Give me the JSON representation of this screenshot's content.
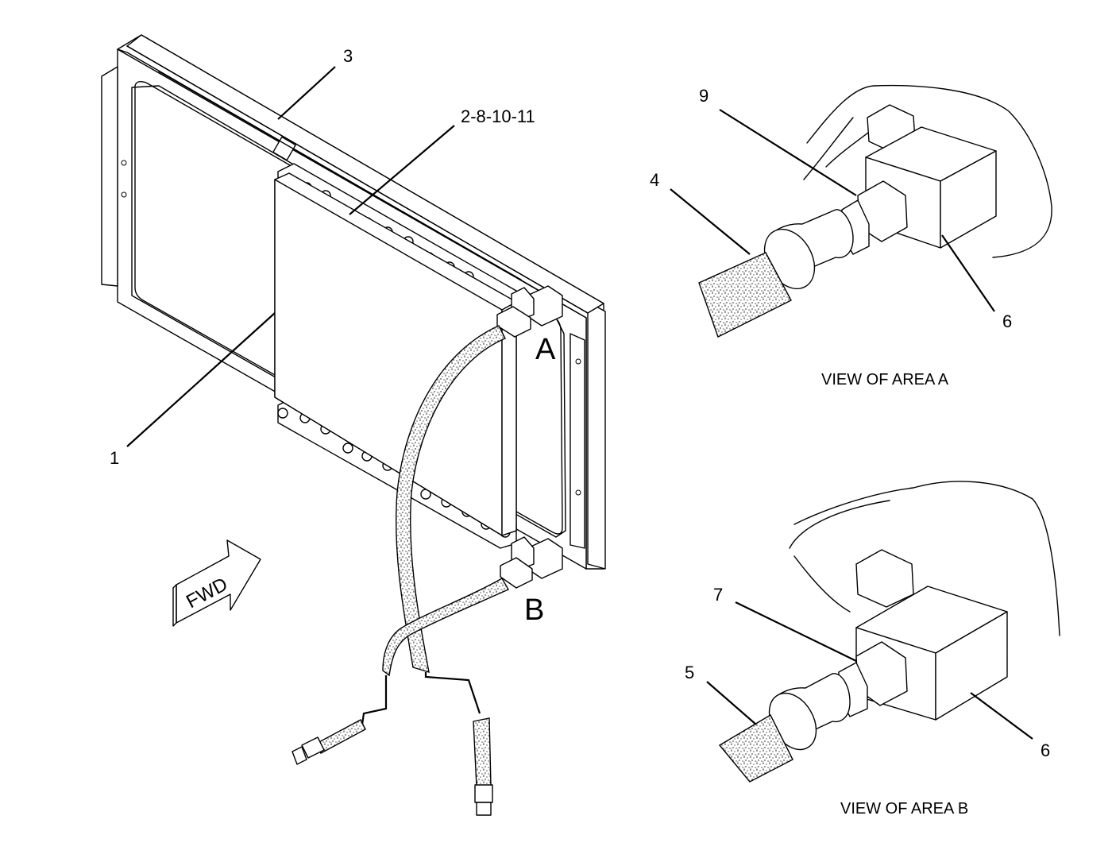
{
  "callouts": {
    "item_1": "1",
    "item_3": "3",
    "items_2_8_10_11": "2-8-10-11",
    "item_4": "4",
    "item_9": "9",
    "item_6_a": "6",
    "item_5": "5",
    "item_7": "7",
    "item_6_b": "6"
  },
  "area_markers": {
    "a": "A",
    "b": "B"
  },
  "views": {
    "a_caption": "VIEW OF AREA  A",
    "b_caption": "VIEW OF AREA  B"
  },
  "direction_arrow": {
    "label": "FWD",
    "icon": "forward-arrow-icon"
  },
  "colors": {
    "line": "#000000",
    "background": "#ffffff"
  }
}
